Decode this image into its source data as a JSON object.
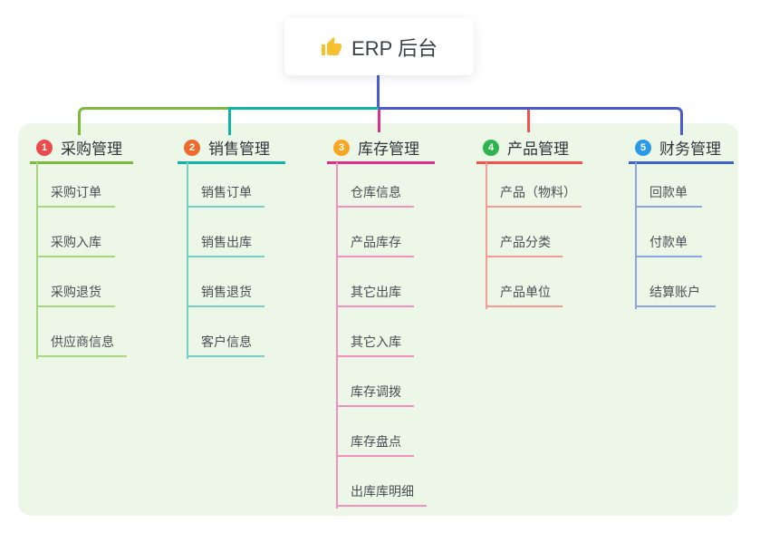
{
  "root": {
    "title": "ERP 后台",
    "icon": "thumbs-up-icon"
  },
  "colors": {
    "root_connector": "#4a5ad1",
    "panel_background": "#edf7e7"
  },
  "branches": [
    {
      "badge": "1",
      "title": "采购管理",
      "badge_color": "#ea4c4c",
      "line_color": "#7cb93e",
      "light_line_color": "#a9d77f",
      "children": [
        "采购订单",
        "采购入库",
        "采购退货",
        "供应商信息"
      ]
    },
    {
      "badge": "2",
      "title": "销售管理",
      "badge_color": "#ed6a2d",
      "line_color": "#0fb3a7",
      "light_line_color": "#79cfc6",
      "children": [
        "销售订单",
        "销售出库",
        "销售退货",
        "客户信息"
      ]
    },
    {
      "badge": "3",
      "title": "库存管理",
      "badge_color": "#f6a623",
      "line_color": "#df2e8b",
      "light_line_color": "#f48fc0",
      "children": [
        "仓库信息",
        "产品库存",
        "其它出库",
        "其它入库",
        "库存调拨",
        "库存盘点",
        "出库库明细"
      ]
    },
    {
      "badge": "4",
      "title": "产品管理",
      "badge_color": "#2db44e",
      "line_color": "#f4514d",
      "light_line_color": "#f79a96",
      "children": [
        "产品（物料）",
        "产品分类",
        "产品单位"
      ]
    },
    {
      "badge": "5",
      "title": "财务管理",
      "badge_color": "#2a9ae4",
      "line_color": "#3f63c9",
      "light_line_color": "#8aa4e4",
      "children": [
        "回款单",
        "付款单",
        "结算账户"
      ]
    }
  ]
}
